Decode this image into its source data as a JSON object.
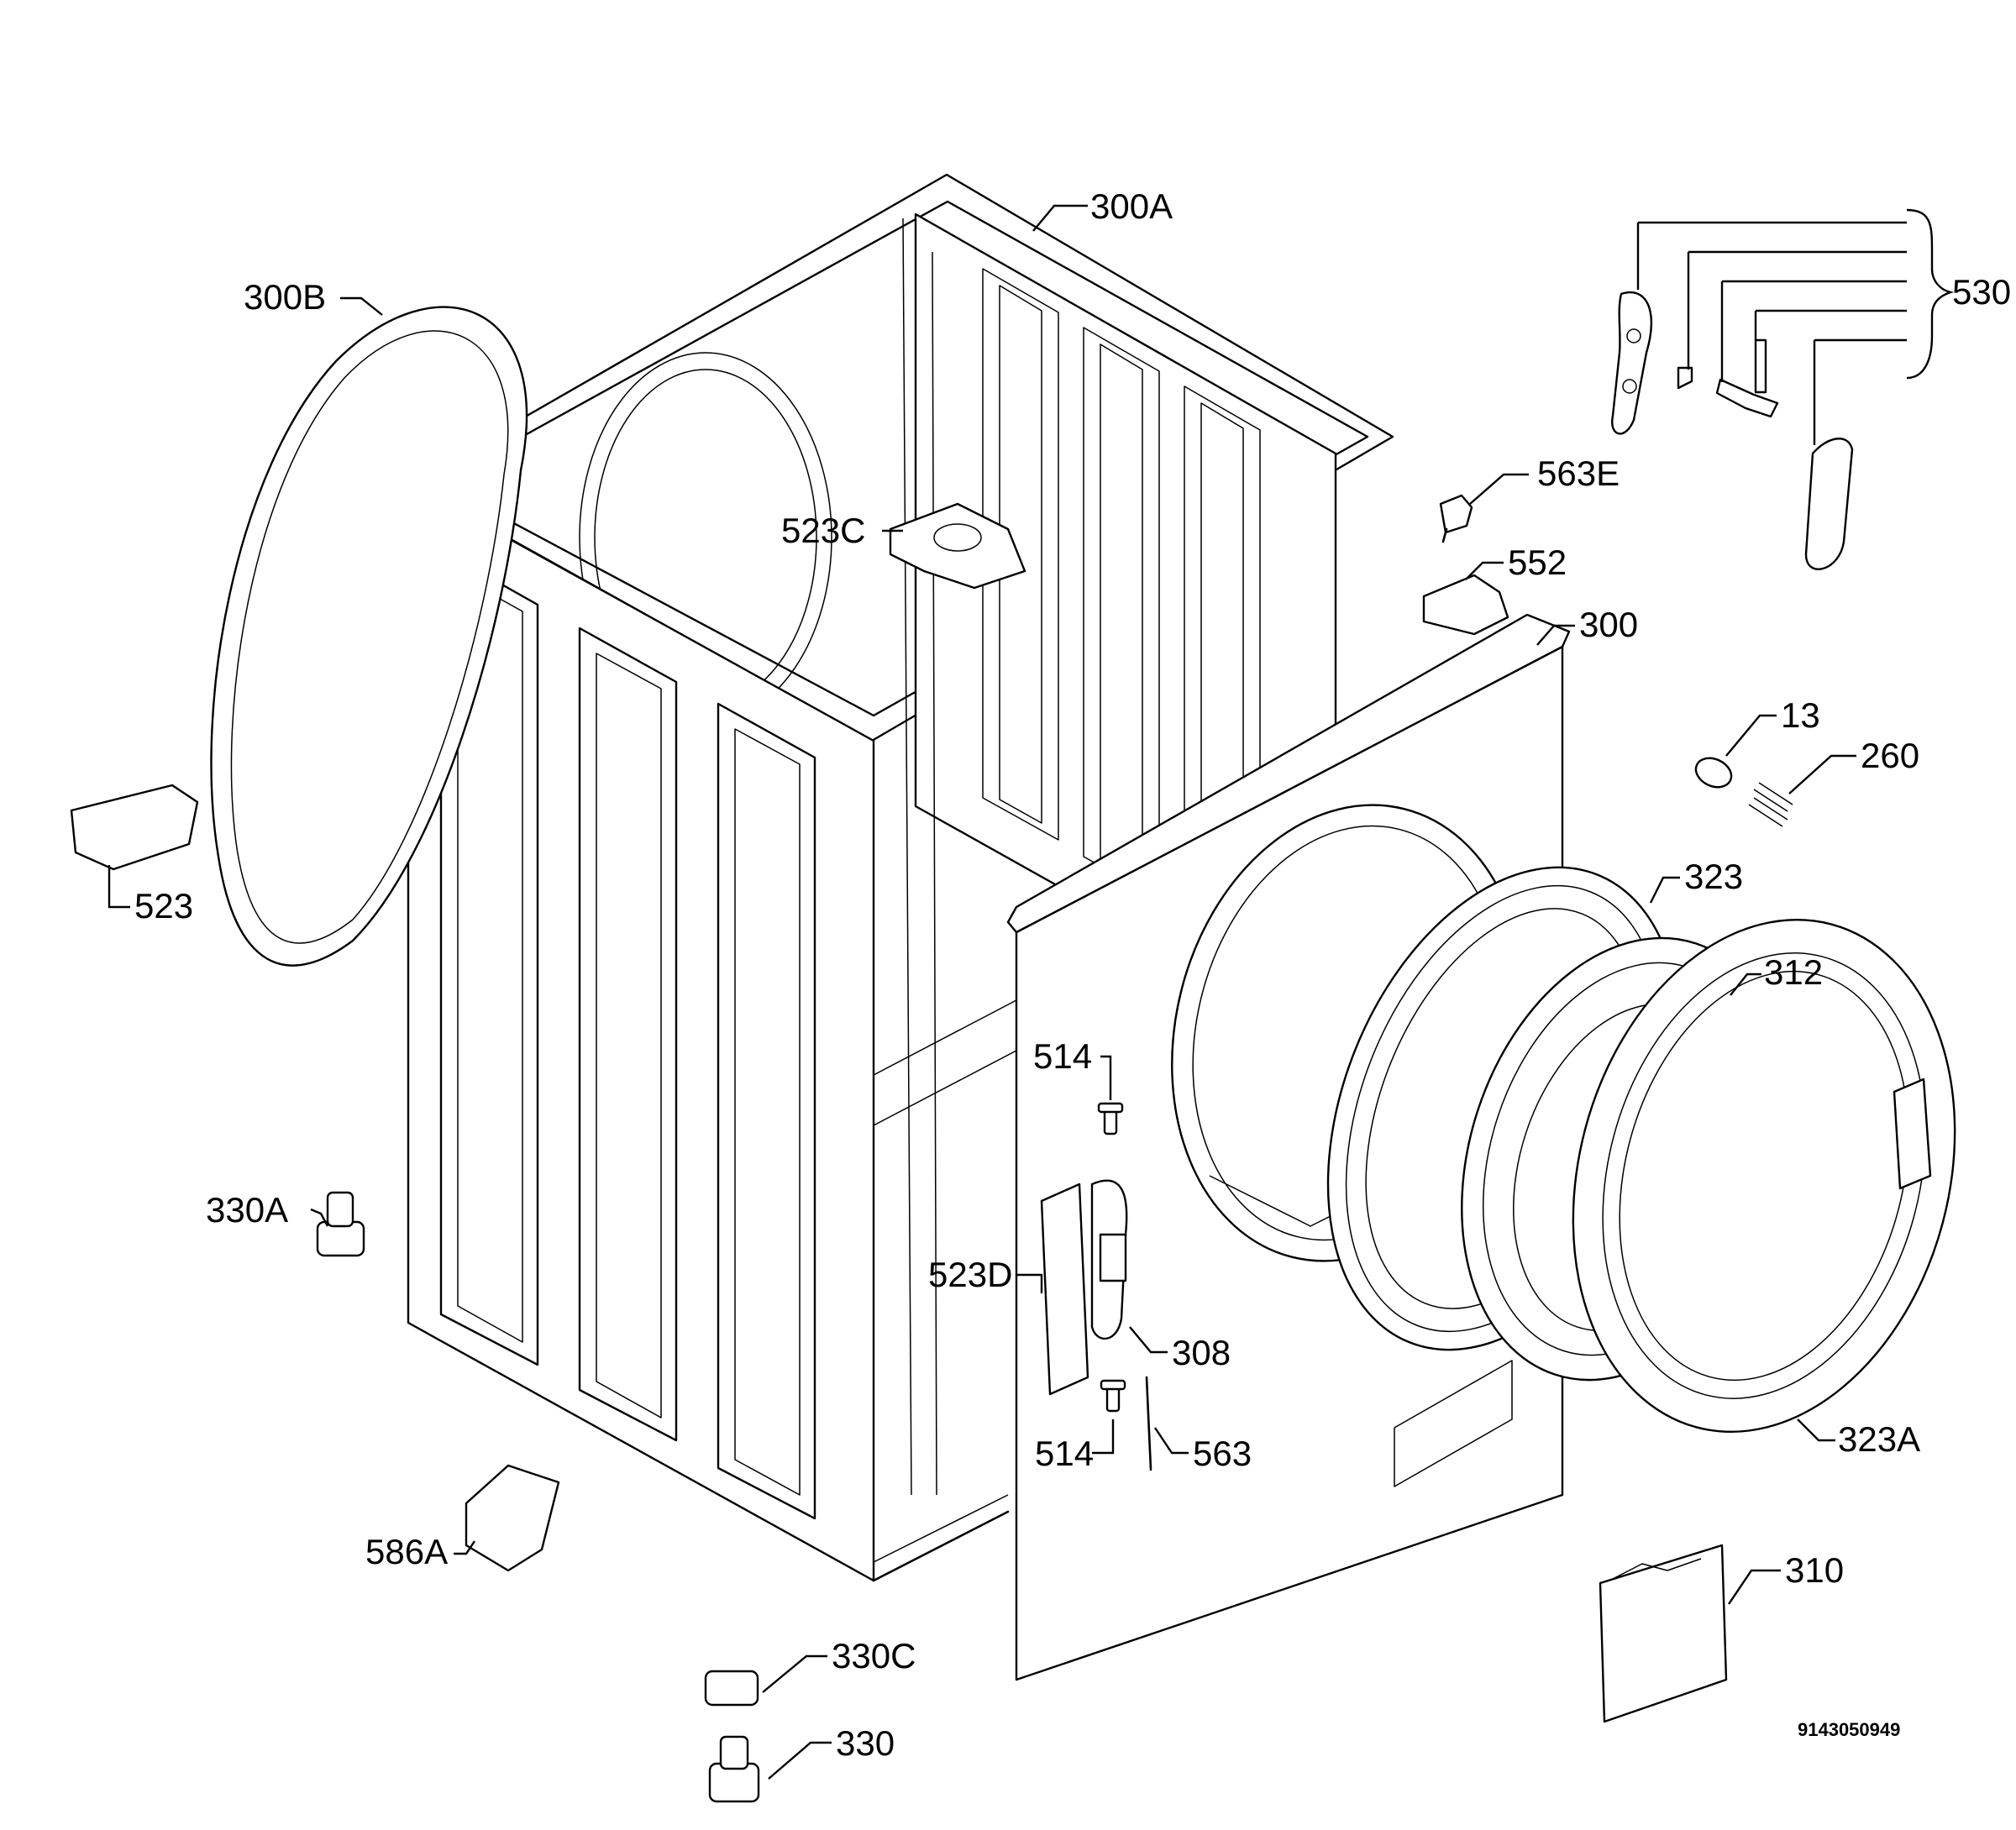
{
  "labels": {
    "p300A": "300A",
    "p300B": "300B",
    "p530": "530",
    "p563E": "563E",
    "p523C": "523C",
    "p552": "552",
    "p300": "300",
    "p13": "13",
    "p260": "260",
    "p523": "523",
    "p323": "323",
    "p312": "312",
    "p514a": "514",
    "p330A": "330A",
    "p523D": "523D",
    "p308": "308",
    "p514b": "514",
    "p563": "563",
    "p323A": "323A",
    "p586A": "586A",
    "p310": "310",
    "p330C": "330C",
    "p330": "330"
  },
  "document_number": "9143050949"
}
